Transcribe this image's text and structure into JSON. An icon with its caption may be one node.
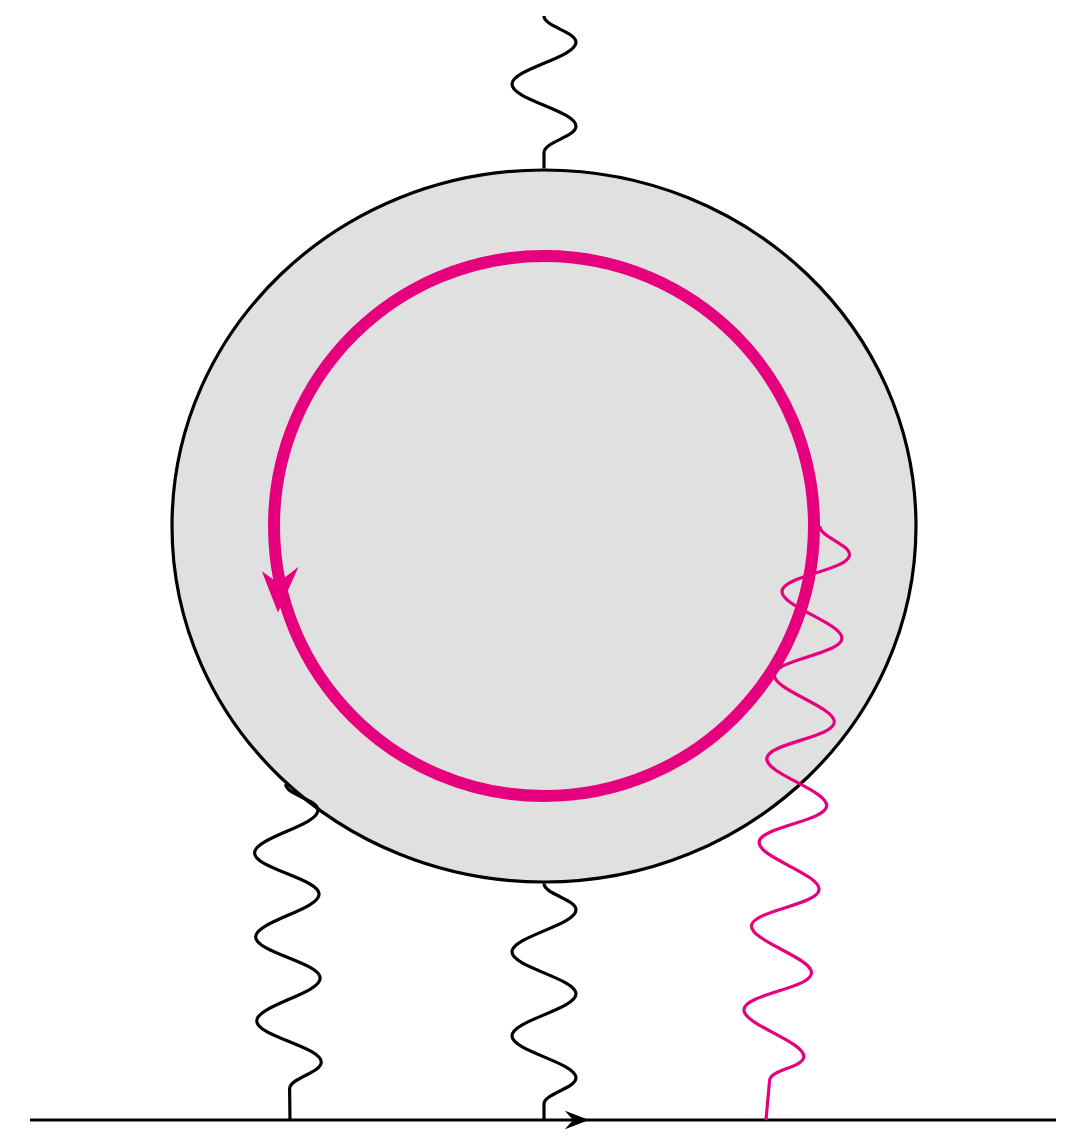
{
  "diagram": {
    "nodes": [
      {
        "text": [],
        "shape": "circle"
      },
      {
        "text": [],
        "shape": "circle",
        "in": 0
      }
    ],
    "edges": [
      {
        "from": null,
        "to": 0,
        "arrow": "none"
      },
      {
        "from": 0,
        "to": null,
        "arrow": "none"
      },
      {
        "from": 0,
        "to": null,
        "arrow": "none"
      },
      {
        "from": 1,
        "to": null,
        "arrow": "none",
        "color": "#e6007e"
      }
    ]
  }
}
